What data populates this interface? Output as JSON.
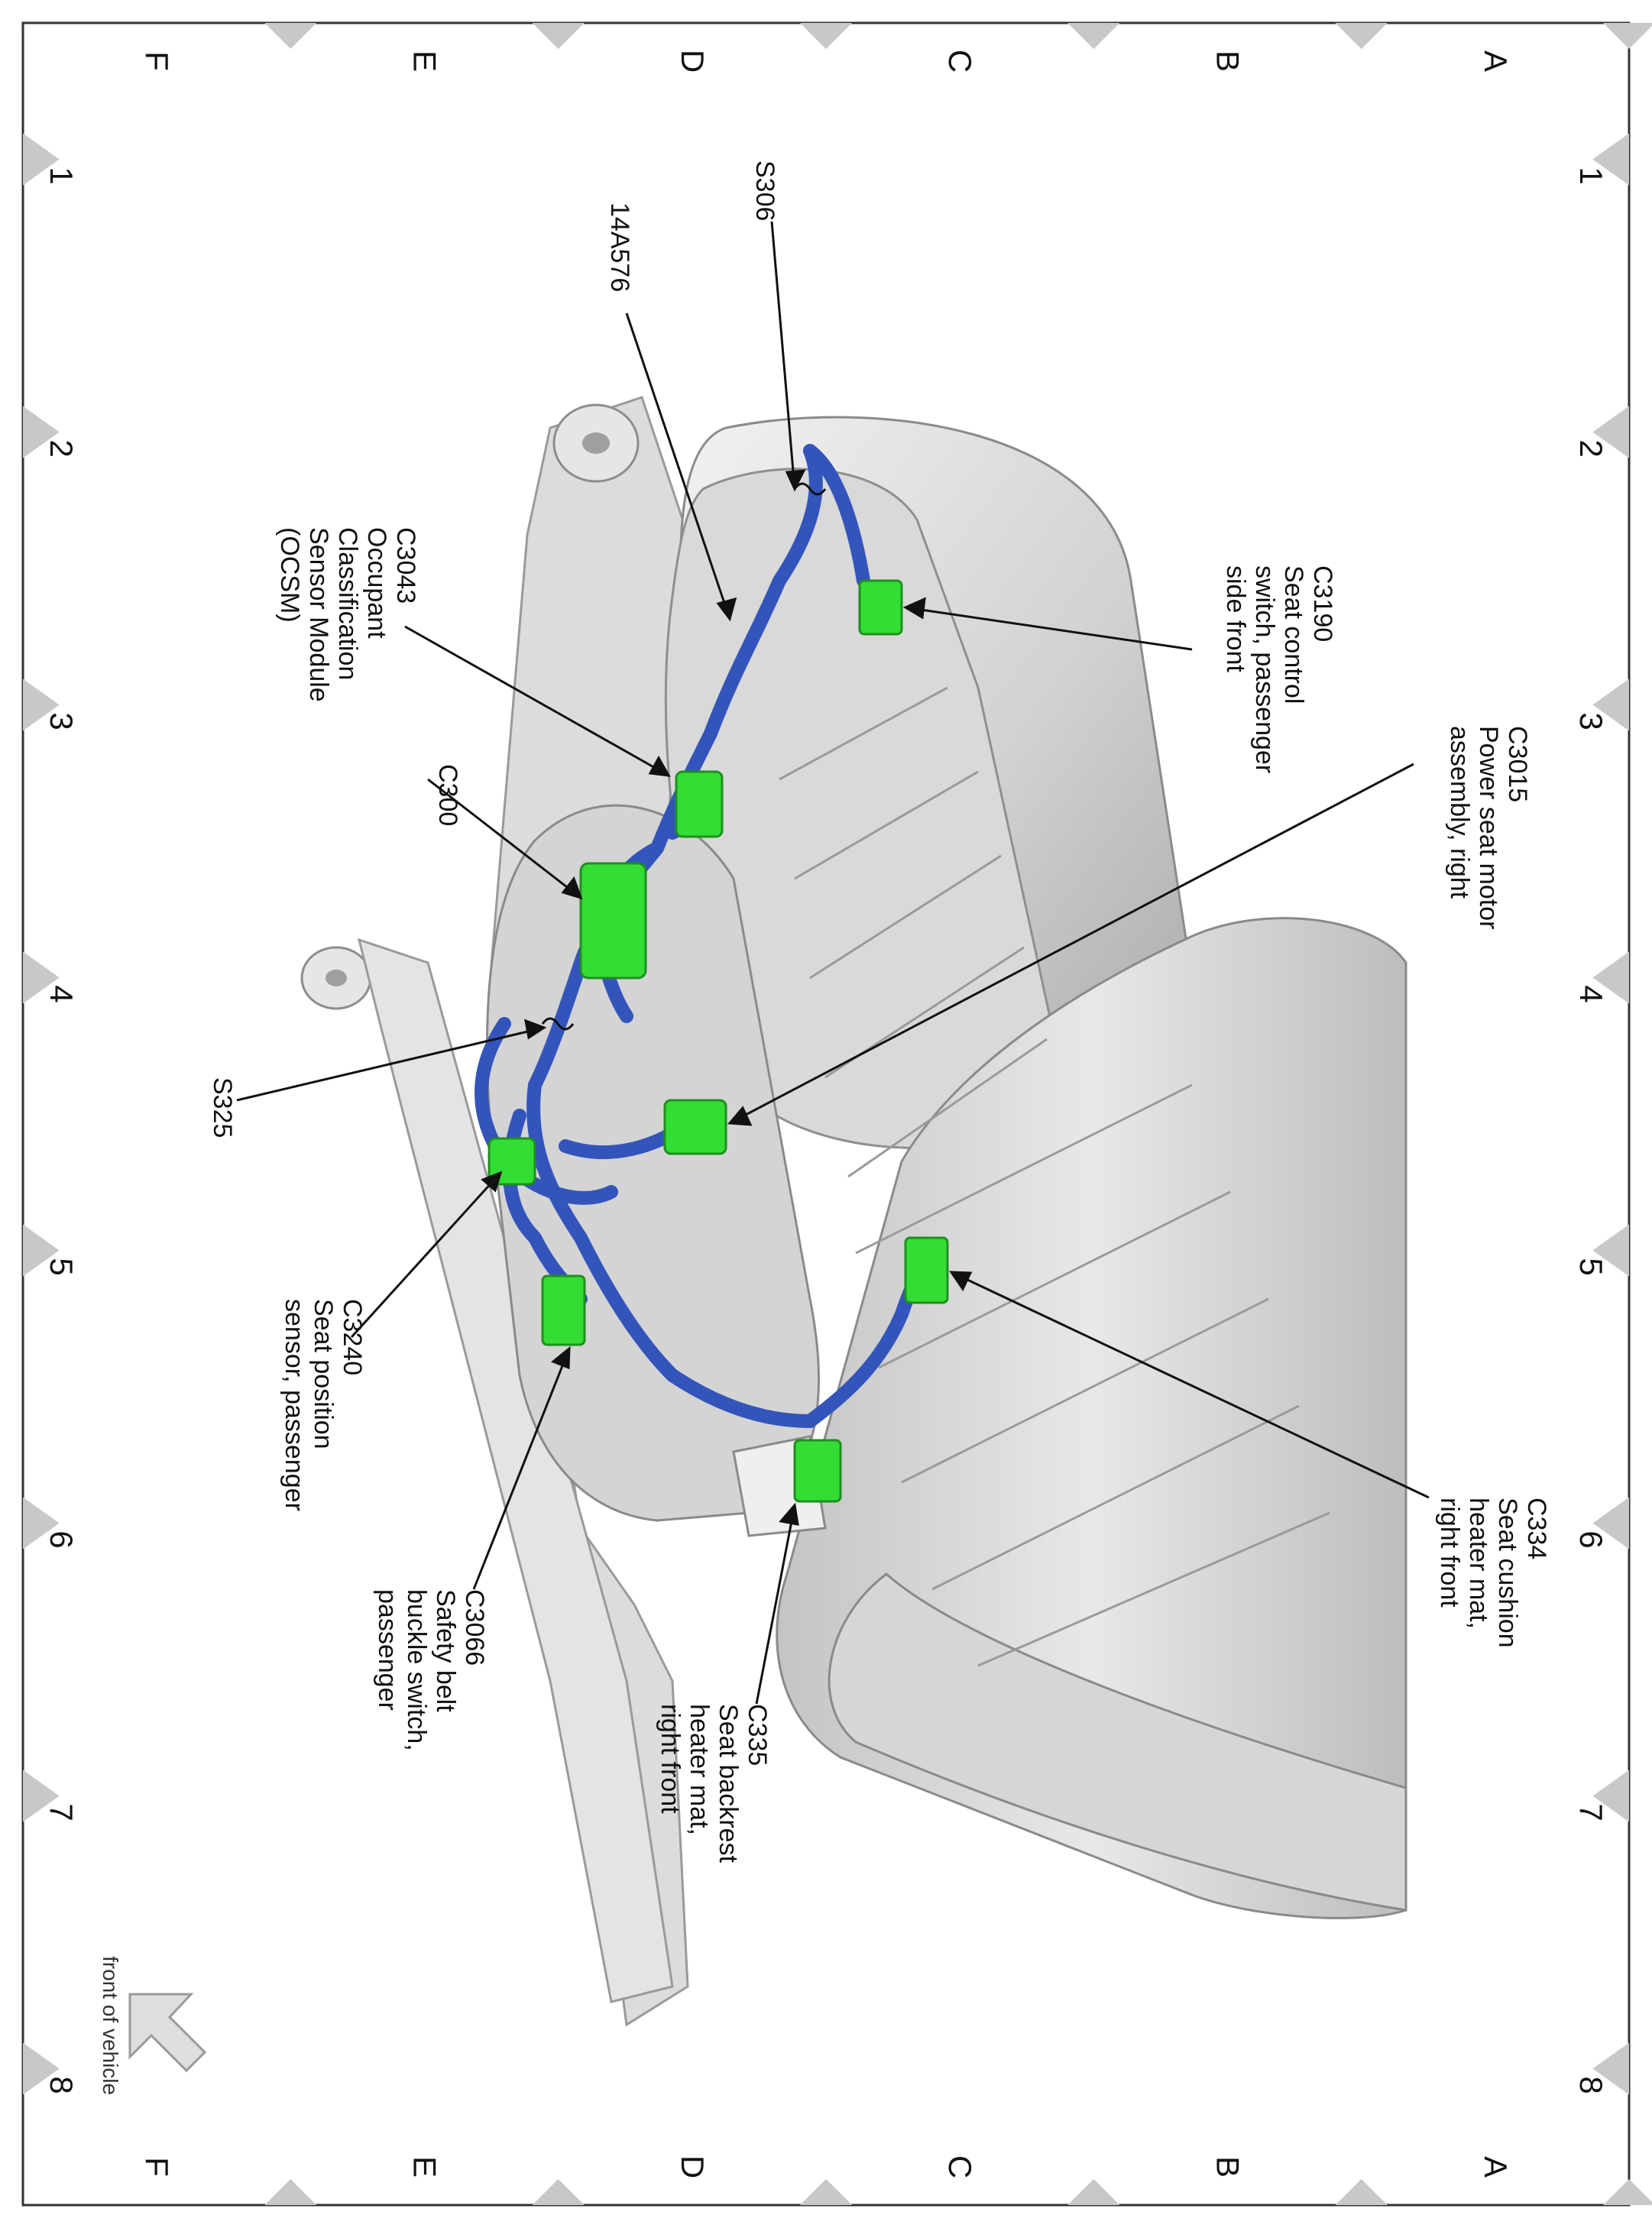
{
  "grid": {
    "rows": [
      "A",
      "B",
      "C",
      "D",
      "E",
      "F"
    ],
    "columns": [
      "1",
      "2",
      "3",
      "4",
      "5",
      "6",
      "7",
      "8"
    ]
  },
  "orientation": {
    "label": "front of vehicle"
  },
  "callouts": [
    {
      "id": "S306",
      "lines": [
        "S306"
      ]
    },
    {
      "id": "14A576",
      "lines": [
        "14A576"
      ]
    },
    {
      "id": "C3043",
      "lines": [
        "C3043",
        "Occupant",
        "Classification",
        "Sensor Module",
        "(OCSM)"
      ]
    },
    {
      "id": "C3190",
      "lines": [
        "C3190",
        "Seat control",
        "switch, passenger",
        "side front"
      ]
    },
    {
      "id": "C3015",
      "lines": [
        "C3015",
        "Power seat motor",
        "assembly, right"
      ]
    },
    {
      "id": "C300",
      "lines": [
        "C300"
      ]
    },
    {
      "id": "S325",
      "lines": [
        "S325"
      ]
    },
    {
      "id": "C3240",
      "lines": [
        "C3240",
        "Seat position",
        "sensor, passenger"
      ]
    },
    {
      "id": "C334",
      "lines": [
        "C334",
        "Seat cushion",
        "heater mat,",
        "right front"
      ]
    },
    {
      "id": "C3066",
      "lines": [
        "C3066",
        "Safety belt",
        "buckle switch,",
        "passenger"
      ]
    },
    {
      "id": "C335",
      "lines": [
        "C335",
        "Seat backrest",
        "heater mat,",
        "right front"
      ]
    }
  ],
  "colors": {
    "harness": "#3355bb",
    "connector": "#33dd33",
    "seat": "#cfcfcf",
    "grid_marker": "#c8c8c8"
  }
}
